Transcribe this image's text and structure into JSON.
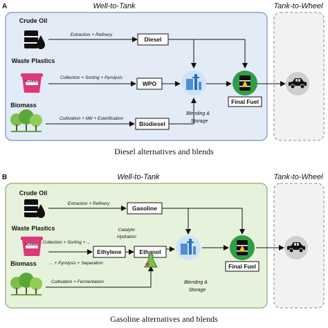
{
  "panels": [
    {
      "letter": "A",
      "well_to_tank": "Well-to-Tank",
      "tank_to_wheel": "Tank-to-Wheel",
      "caption": "Diesel alternatives and blends",
      "sources": [
        "Crude Oil",
        "Waste Plastics",
        "Biomass"
      ],
      "processes": [
        "Extraction + Refinery",
        "Collection + Sorting + Pyrolysis",
        "Cultivation + Mill + Esterification"
      ],
      "products": [
        "Diesel",
        "WPO",
        "Biodiesel"
      ],
      "blend_label": [
        "Blending &",
        "Storage"
      ],
      "final": "Final Fuel",
      "plastic_label": "PLASTIC",
      "colors": {
        "panel_fill": "#e3ebf7",
        "panel_border": "#7a8fb8"
      }
    },
    {
      "letter": "B",
      "well_to_tank": "Well-to-Tank",
      "tank_to_wheel": "Tank-to-Wheel",
      "caption": "Gasoline alternatives and blends",
      "sources": [
        "Crude Oil",
        "Waste Plastics",
        "Biomass"
      ],
      "processes": [
        "Extraction + Refinery",
        "Collection + Sorting + ...",
        "... + Pyrolysis + Separation",
        "Cultivation + Fermentation"
      ],
      "hydration": [
        "Catalytic",
        "Hydration"
      ],
      "products": [
        "Gasoline",
        "Ethylene",
        "Ethanol"
      ],
      "blend_label": [
        "Blending &",
        "Storage"
      ],
      "final": "Final Fuel",
      "plastic_label": "PLASTIC",
      "colors": {
        "panel_fill": "#e6f2dc",
        "panel_border": "#86a873"
      }
    }
  ],
  "colors": {
    "refinery_circle": "#cfe3f6",
    "barrel_circle": "#2f9e46",
    "car_circle": "#cfcfcf",
    "plastic_bin": "#e0367a",
    "tree": "#7cbf4a",
    "oil": "#111111"
  }
}
